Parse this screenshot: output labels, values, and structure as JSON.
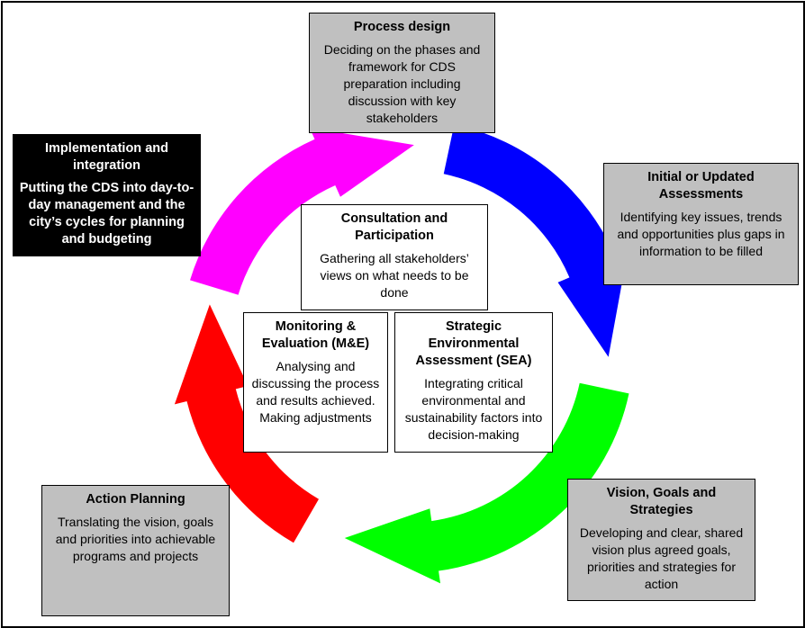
{
  "colors": {
    "arrow_top_left": "#ff00ff",
    "arrow_top_right": "#0000ff",
    "arrow_bottom_right": "#00ff00",
    "arrow_bottom_left": "#ff0000",
    "stage_box_fill": "#c0c0c0",
    "implementation_box_fill": "#000000",
    "center_box_fill": "#ffffff"
  },
  "stages": {
    "process_design": {
      "title": "Process design",
      "description": "Deciding on the phases and framework for CDS preparation including discussion with key stakeholders"
    },
    "assessments": {
      "title": "Initial or Updated Assessments",
      "description": "Identifying key issues, trends and opportunities plus gaps in information to be filled"
    },
    "vision": {
      "title": "Vision, Goals and Strategies",
      "description": "Developing and clear, shared vision plus agreed goals, priorities and strategies for action"
    },
    "action_planning": {
      "title": "Action Planning",
      "description": "Translating the vision, goals and priorities into achievable programs and projects"
    },
    "implementation": {
      "title": "Implementation and integration",
      "description": "Putting the CDS into day-to-day management and the city’s cycles for planning and budgeting"
    }
  },
  "center": {
    "consultation": {
      "title": "Consultation and Participation",
      "description": "Gathering all stakeholders’ views on what needs to be done"
    },
    "monitoring": {
      "title": "Monitoring & Evaluation (M&E)",
      "description": "Analysing and discussing the process and results achieved. Making adjustments"
    },
    "sea": {
      "title": "Strategic Environmental Assessment (SEA)",
      "description": "Integrating critical environmental and sustainability factors into decision-making"
    }
  }
}
